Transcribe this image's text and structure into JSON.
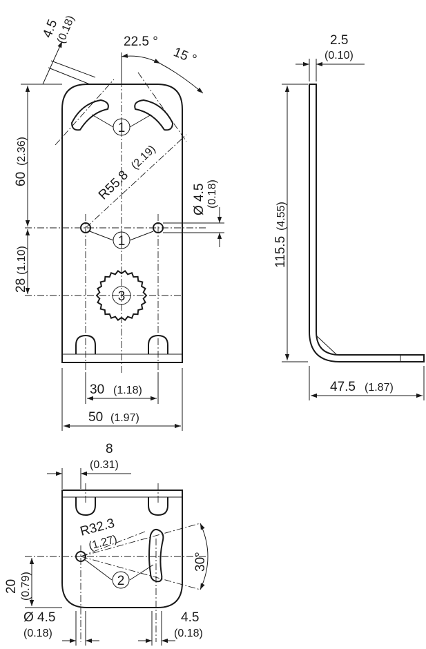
{
  "front_view": {
    "dim_slot_width": {
      "value": "4.5",
      "alt": "(0.18)"
    },
    "dim_angle_a": "22.5 °",
    "dim_angle_b": "15 °",
    "dim_height_60": {
      "value": "60",
      "alt": "(2.36)"
    },
    "dim_radius": {
      "value": "R55.8",
      "alt": "(2.19)"
    },
    "dim_hole_dia": {
      "value": "Ø 4.5",
      "alt": "(0.18)"
    },
    "dim_height_28": {
      "value": "28",
      "alt": "(1.10)"
    },
    "dim_width_30": {
      "value": "30",
      "alt": "(1.18)"
    },
    "dim_width_50": {
      "value": "50",
      "alt": "(1.97)"
    },
    "callout_1_top": "1",
    "callout_1_mid": "1",
    "callout_3": "3"
  },
  "side_view": {
    "dim_thickness": {
      "value": "2.5",
      "alt": "(0.10)"
    },
    "dim_height": {
      "value": "115.5",
      "alt": "(4.55)"
    },
    "dim_depth": {
      "value": "47.5",
      "alt": "(1.87)"
    }
  },
  "bottom_view": {
    "dim_8": {
      "value": "8",
      "alt": "(0.31)"
    },
    "dim_radius": {
      "value": "R32.3",
      "alt": "(1.27)"
    },
    "dim_angle": "30°",
    "dim_20": {
      "value": "20",
      "alt": "(0.79)"
    },
    "dim_hole_dia": {
      "value": "Ø 4.5",
      "alt": "(0.18)"
    },
    "dim_slot": {
      "value": "4.5",
      "alt": "(0.18)"
    },
    "callout_2": "2"
  }
}
